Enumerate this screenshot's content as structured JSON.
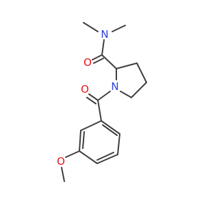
{
  "colors": {
    "bond": "#3d3d3d",
    "nitrogen": "#2a3ed8",
    "oxygen": "#e8141b",
    "background": "#ffffff"
  },
  "atoms": {
    "amide_n": {
      "label": "N",
      "color_key": "nitrogen"
    },
    "amide_o": {
      "label": "O",
      "color_key": "oxygen"
    },
    "ring_n": {
      "label": "N",
      "color_key": "nitrogen"
    },
    "ketone_o": {
      "label": "O",
      "color_key": "oxygen"
    },
    "ether_o": {
      "label": "O",
      "color_key": "oxygen"
    }
  }
}
